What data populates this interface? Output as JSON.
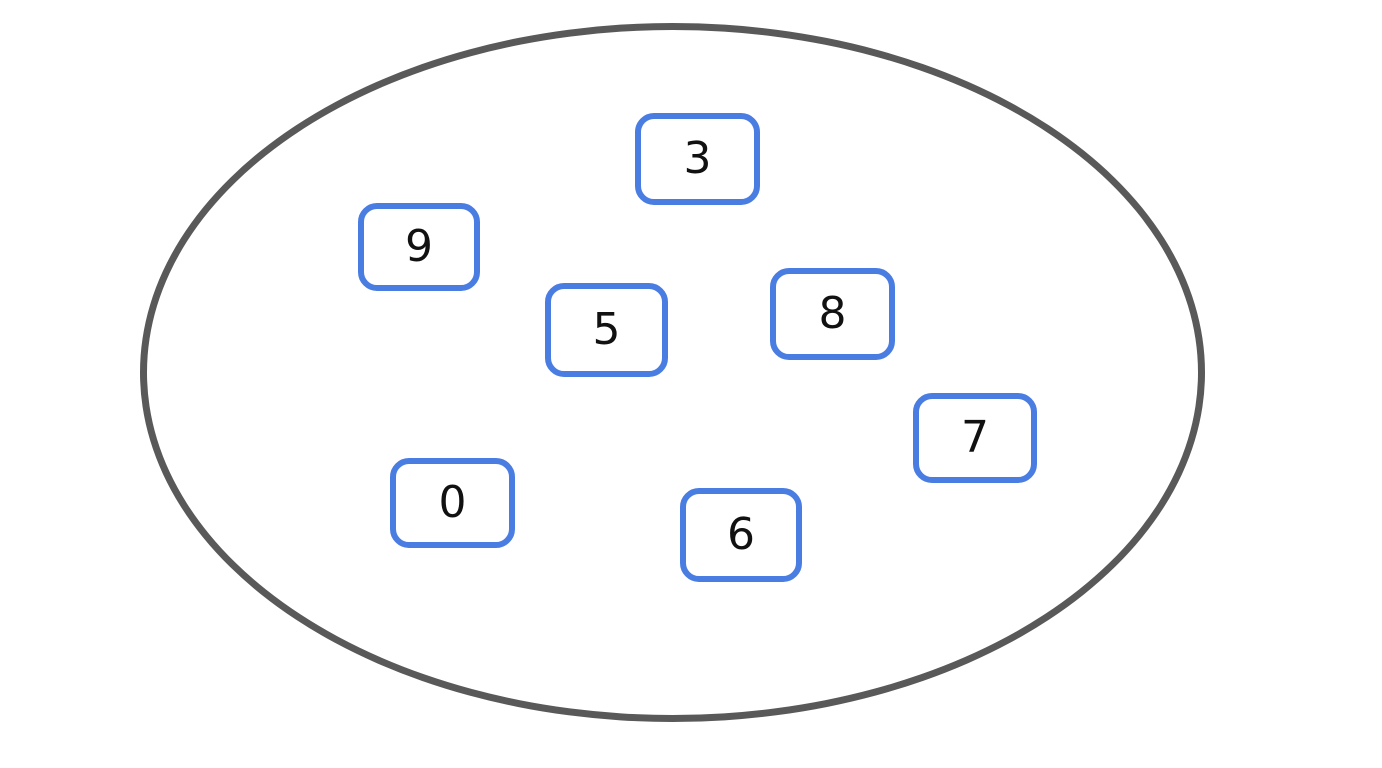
{
  "canvas": {
    "background_color": "#ffffff"
  },
  "set_diagram": {
    "shape": "ellipse",
    "ellipse_stroke_color": "#595959",
    "card_border_color": "#4a7de2",
    "card_text_color": "#111111",
    "cards": [
      {
        "value": "3"
      },
      {
        "value": "9"
      },
      {
        "value": "5"
      },
      {
        "value": "8"
      },
      {
        "value": "7"
      },
      {
        "value": "0"
      },
      {
        "value": "6"
      }
    ]
  }
}
